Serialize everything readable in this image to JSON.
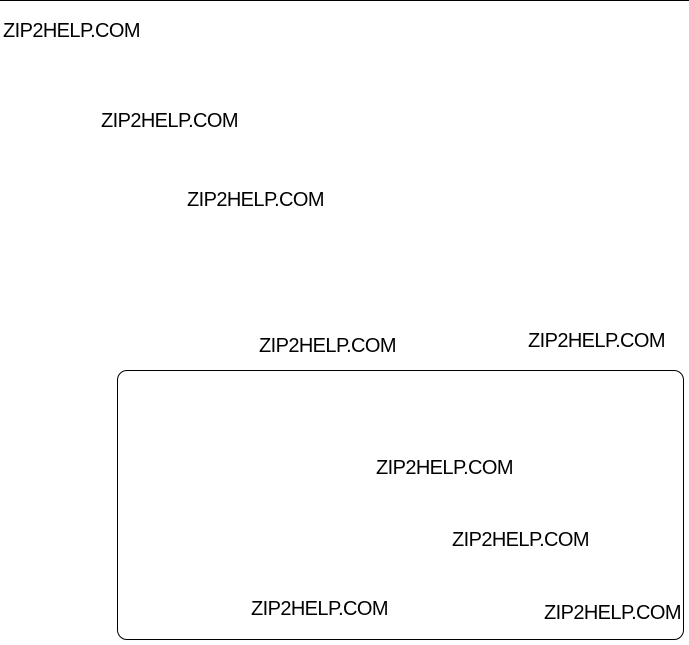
{
  "watermarks": [
    "ZIP2HELP.COM",
    "ZIP2HELP.COM",
    "ZIP2HELP.COM",
    "ZIP2HELP.COM",
    "ZIP2HELP.COM",
    "ZIP2HELP.COM",
    "ZIP2HELP.COM",
    "ZIP2HELP.COM",
    "ZIP2HELP.COM"
  ],
  "colors": {
    "background": "#ffffff",
    "text": "#000000",
    "rule": "#000000"
  }
}
